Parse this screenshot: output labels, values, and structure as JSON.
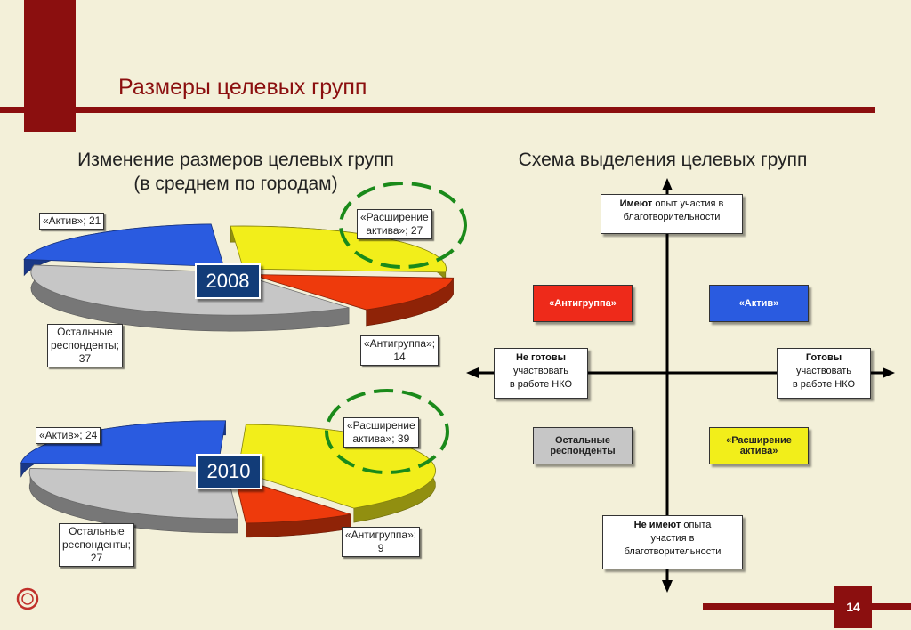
{
  "slide": {
    "title": "Размеры целевых групп",
    "page_number": "14"
  },
  "left_section": {
    "title_line1": "Изменение размеров целевых групп",
    "title_line2": "(в среднем по городам)"
  },
  "right_section": {
    "title": "Схема выделения целевых групп"
  },
  "colors": {
    "aktiv": "#2a5be0",
    "rasshirenie": "#f2ee1a",
    "antigruppa": "#ee3a0c",
    "ostalnye": "#c6c6c6",
    "brand": "#8b0f0f",
    "year_box": "#123c78",
    "highlight_dash": "#1a8a1a"
  },
  "chart_data": [
    {
      "type": "pie",
      "year": "2008",
      "categories": [
        "«Актив»",
        "«Расширение актива»",
        "«Антигруппа»",
        "Остальные респонденты"
      ],
      "values": [
        21,
        27,
        14,
        37
      ],
      "labels": {
        "aktiv": "«Актив»; 21",
        "rasshirenie_l1": "«Расширение",
        "rasshirenie_l2": "актива»; 27",
        "antigruppa_l1": "«Антигруппа»;",
        "antigruppa_l2": "14",
        "ostalnye_l1": "Остальные",
        "ostalnye_l2": "респонденты;",
        "ostalnye_l3": "37"
      }
    },
    {
      "type": "pie",
      "year": "2010",
      "categories": [
        "«Актив»",
        "«Расширение актива»",
        "«Антигруппа»",
        "Остальные респонденты"
      ],
      "values": [
        24,
        39,
        9,
        27
      ],
      "labels": {
        "aktiv": "«Актив»; 24",
        "rasshirenie_l1": "«Расширение",
        "rasshirenie_l2": "актива»; 39",
        "antigruppa_l1": "«Антигруппа»;",
        "antigruppa_l2": "9",
        "ostalnye_l1": "Остальные",
        "ostalnye_l2": "респонденты;",
        "ostalnye_l3": "27"
      }
    }
  ],
  "scheme": {
    "top_bold": "Имеют",
    "top_rest": " опыт участия в",
    "top_line2": "благотворительности",
    "bottom_bold": "Не имеют",
    "bottom_rest": " опыта",
    "bottom_line2": "участия в",
    "bottom_line3": "благотворительности",
    "left_bold": "Не готовы",
    "left_line2": "участвовать",
    "left_line3": "в работе НКО",
    "right_bold": "Готовы",
    "right_line2": "участвовать",
    "right_line3": "в работе НКО",
    "q_antigruppa": "«Антигруппа»",
    "q_aktiv": "«Актив»",
    "q_ostalnye_l1": "Остальные",
    "q_ostalnye_l2": "респонденты",
    "q_rasshirenie_l1": "«Расширение",
    "q_rasshirenie_l2": "актива»"
  }
}
